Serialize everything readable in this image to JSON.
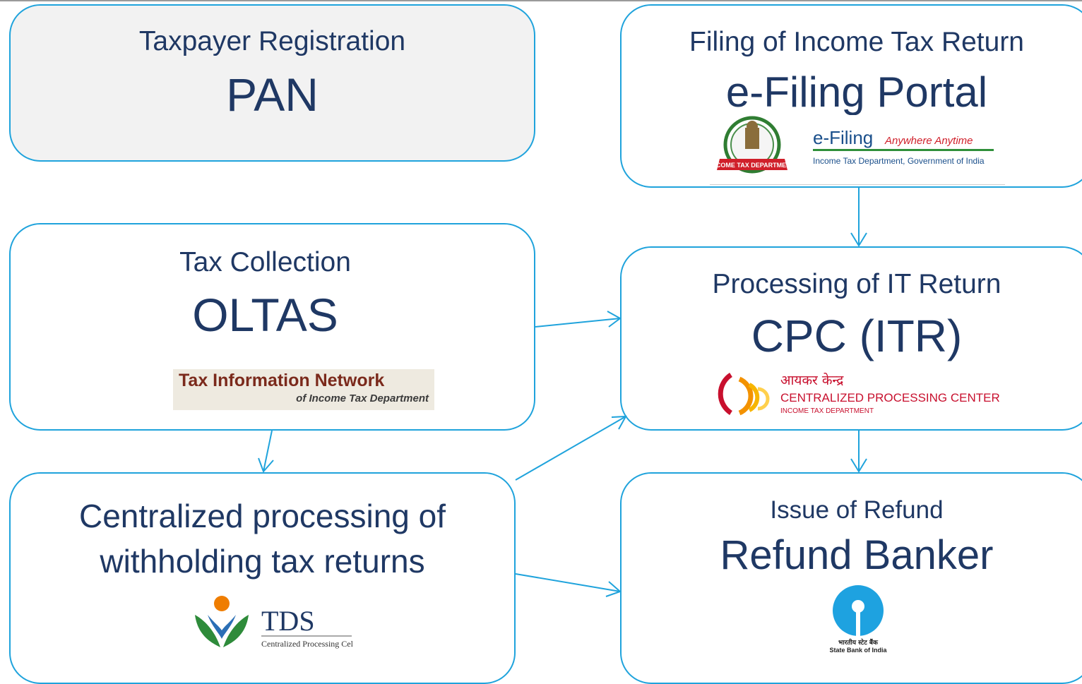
{
  "boxes": {
    "pan": {
      "sub": "Taxpayer Registration",
      "main": "PAN"
    },
    "efiling": {
      "sub": "Filing of Income Tax Return",
      "main": "e-Filing Portal"
    },
    "oltas": {
      "sub": "Tax Collection",
      "main": "OLTAS"
    },
    "cpc": {
      "sub": "Processing of IT Return",
      "main": "CPC (ITR)"
    },
    "tds": {
      "line1": "Centralized processing of",
      "line2": "withholding tax returns"
    },
    "refund": {
      "sub": "Issue of Refund",
      "main": "Refund Banker"
    }
  },
  "logos": {
    "efiling": {
      "brand": "e-Filing",
      "tagline": "Anywhere Anytime",
      "dept": "Income Tax Department, Government of India",
      "seal_text": "INCOME TAX DEPARTMENT"
    },
    "tin": {
      "title": "Tax Information Network",
      "subtitle": "of Income Tax Department"
    },
    "cpc": {
      "hindi": "आयकर केन्द्र",
      "name": "CENTRALIZED PROCESSING CENTER",
      "dept": "INCOME TAX DEPARTMENT"
    },
    "tds": {
      "name": "TDS",
      "subtitle": "Centralized Processing Cell"
    },
    "sbi": {
      "hindi": "भारतीय स्टेट बैंक",
      "name": "State Bank of India"
    }
  },
  "colors": {
    "border": "#1fa3dc",
    "text": "#1f3864",
    "arrow": "#1fa3dc"
  }
}
